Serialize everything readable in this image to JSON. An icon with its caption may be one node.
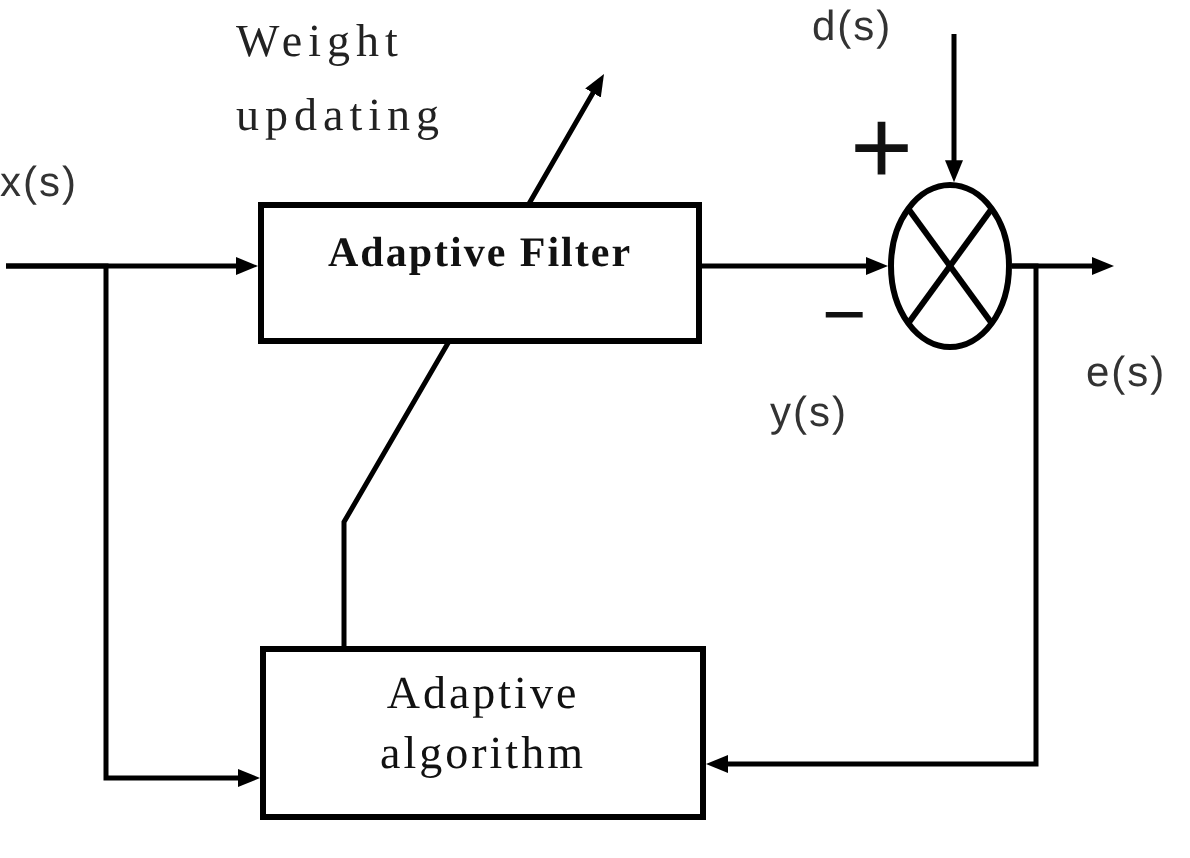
{
  "diagram": {
    "nodes": [
      {
        "text": [
          "Adaptive Filter"
        ]
      },
      {
        "text": [],
        "shape": "circle"
      },
      {
        "text": [
          "Adaptive algorithm"
        ]
      }
    ],
    "edges": [
      {
        "from": null,
        "to": 0,
        "arrow": "to",
        "label": "x(s)"
      },
      {
        "from": null,
        "to": 2,
        "arrow": "to"
      },
      {
        "from": 0,
        "to": 1,
        "arrow": "to",
        "label": "y(s)"
      },
      {
        "from": null,
        "to": 1,
        "arrow": "to",
        "label": "d(s)"
      },
      {
        "from": 1,
        "to": null,
        "arrow": "to",
        "label": "e(s)"
      },
      {
        "from": 1,
        "to": 2,
        "arrow": "to"
      },
      {
        "from": 2,
        "to": 0,
        "arrow": "to",
        "label": "Weight updating"
      }
    ],
    "labels": [
      "+",
      "−"
    ]
  }
}
